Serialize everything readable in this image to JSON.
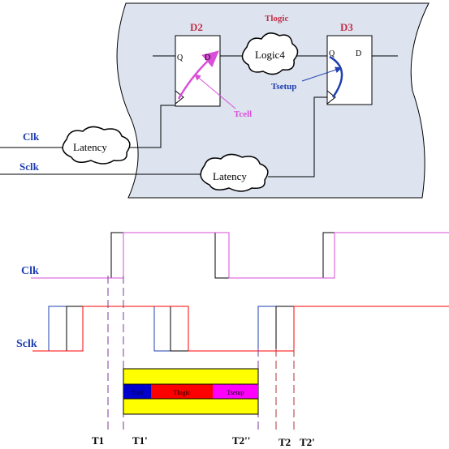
{
  "circuit": {
    "ff_d2": {
      "name": "D2",
      "pin_q": "Q",
      "pin_d": "D"
    },
    "ff_d3": {
      "name": "D3",
      "pin_q": "Q",
      "pin_d": "D"
    },
    "logic_block": "Logic4",
    "label_tlogic": "Tlogic",
    "label_tcell": "Tcell",
    "label_tsetup": "Tsetup",
    "latency_top": "Latency",
    "latency_bottom": "Latency",
    "input_clk": "Clk",
    "input_sclk": "Sclk"
  },
  "timing": {
    "signal_clk": "Clk",
    "signal_sclk": "Sclk",
    "bar_segments": [
      "Tcell",
      "Tlogic",
      "Tsetup"
    ],
    "markers": [
      "T1",
      "T1'",
      "T2''",
      "T2",
      "T2'"
    ]
  },
  "colors": {
    "panel_fill": "#dde3ef",
    "label_red": "#c0304a",
    "label_blue": "#1f3fb0",
    "wire_magenta": "#d94fd9",
    "bar_yellow": "#ffff00",
    "bar_blue": "#0000cc",
    "bar_red": "#ff0000",
    "bar_magenta": "#ff00ff",
    "marker_purple": "#7a3a9a",
    "marker_red": "#b03030"
  }
}
